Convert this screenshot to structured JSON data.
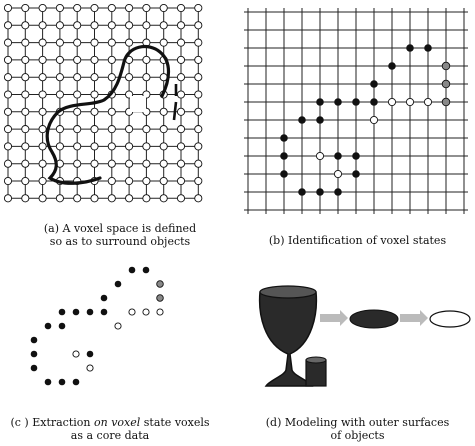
{
  "panels": {
    "a": {
      "caption_line1": "(a) A voxel space is defined",
      "caption_line2": "so as to surround objects"
    },
    "b": {
      "caption_line1": "(b) Identification of voxel states"
    },
    "c": {
      "caption_prefix": "(c ) Extraction ",
      "caption_italic": "on voxel",
      "caption_suffix": " state voxels",
      "caption_line2": "as a core data"
    },
    "d": {
      "caption_line1": "(d) Modeling with outer surfaces",
      "caption_line2": "of objects"
    }
  },
  "colors": {
    "ink": "#111111",
    "grid": "#222222",
    "gray_voxel": "#888888",
    "arrow": "#bbbbbb",
    "goblet": "#2a2a2a"
  },
  "voxel_states": {
    "on": "filled black circle",
    "off": "hollow circle",
    "boundary": "gray circle"
  }
}
